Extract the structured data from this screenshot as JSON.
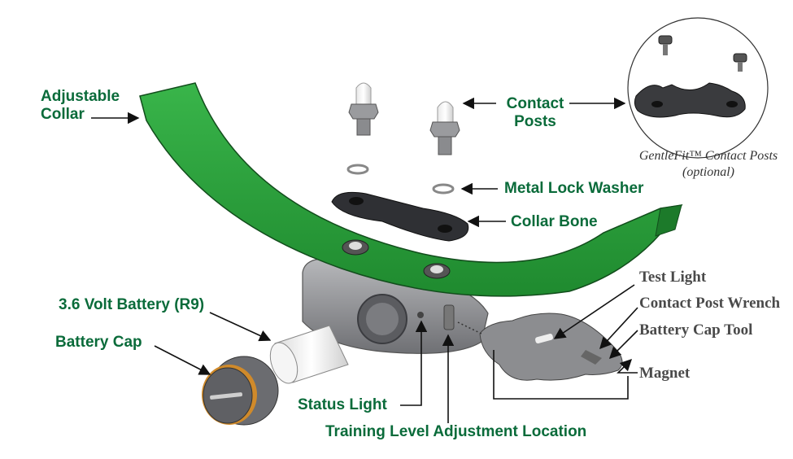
{
  "labels": {
    "adjustable_collar": [
      "Adjustable",
      "Collar"
    ],
    "contact_posts": [
      "Contact",
      "Posts"
    ],
    "metal_lock_washer": "Metal Lock Washer",
    "collar_bone": "Collar Bone",
    "battery": "3.6 Volt Battery (R9)",
    "battery_cap": "Battery Cap",
    "status_light": "Status Light",
    "training_level": "Training Level Adjustment Location",
    "test_light": "Test Light",
    "contact_post_wrench": "Contact Post Wrench",
    "battery_cap_tool": "Battery Cap Tool",
    "magnet": "Magnet"
  },
  "inset": {
    "caption_line1": "GentleFit™ Contact Posts",
    "caption_line2": "(optional)"
  },
  "colors": {
    "collar_green": "#2fa33b",
    "label_green": "#0a6b3a",
    "part_gray": "#8c8d90",
    "dark_part": "#3a3b3e",
    "battery_ring": "#d08a2a"
  }
}
